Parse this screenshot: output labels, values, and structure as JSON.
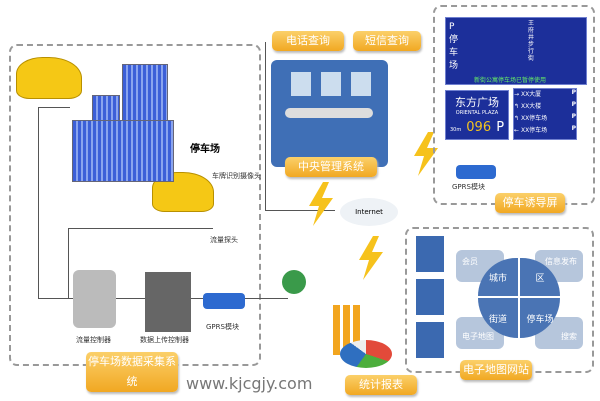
{
  "parking_lot_label": "停车场",
  "camera_label": "车牌识别摄像头",
  "flow_probe_label": "流量探头",
  "flow_controller_label": "流量控制器",
  "upload_controller_label": "数据上传控制器",
  "gprs_left_label": "GPRS模块",
  "gprs_right_label": "GPRS模块",
  "data_collection_tag": "停车场数据采集系统",
  "phone_query_tag": "电话查询",
  "sms_query_tag": "短信查询",
  "central_tag": "中央管理系统",
  "internet_label": "Internet",
  "guide_screen_tag": "停车诱导屏",
  "map_site_tag": "电子地图网站",
  "report_tag": "统计报表",
  "watermark": "www.kjcgjy.com",
  "big_sign": {
    "side": "P 停车场",
    "street": "王府井步行街",
    "ticker": "新街公寓停车场已暂停使用"
  },
  "plaza_sign": {
    "cn": "东方广场",
    "en": "ORIENTAL PLAZA",
    "distance": "30m",
    "count": "096",
    "p": "P"
  },
  "direction_sign": [
    {
      "arrow": "→",
      "name": "XX大厦"
    },
    {
      "arrow": "↰",
      "name": "XX大楼"
    },
    {
      "arrow": "↰",
      "name": "XX停车场"
    },
    {
      "arrow": "←",
      "name": "XX停车场"
    }
  ],
  "map_boxes": [
    "会员",
    "信息发布",
    "电子地图",
    "搜索"
  ],
  "map_quads": [
    "城市",
    "区",
    "街道",
    "停车场"
  ]
}
